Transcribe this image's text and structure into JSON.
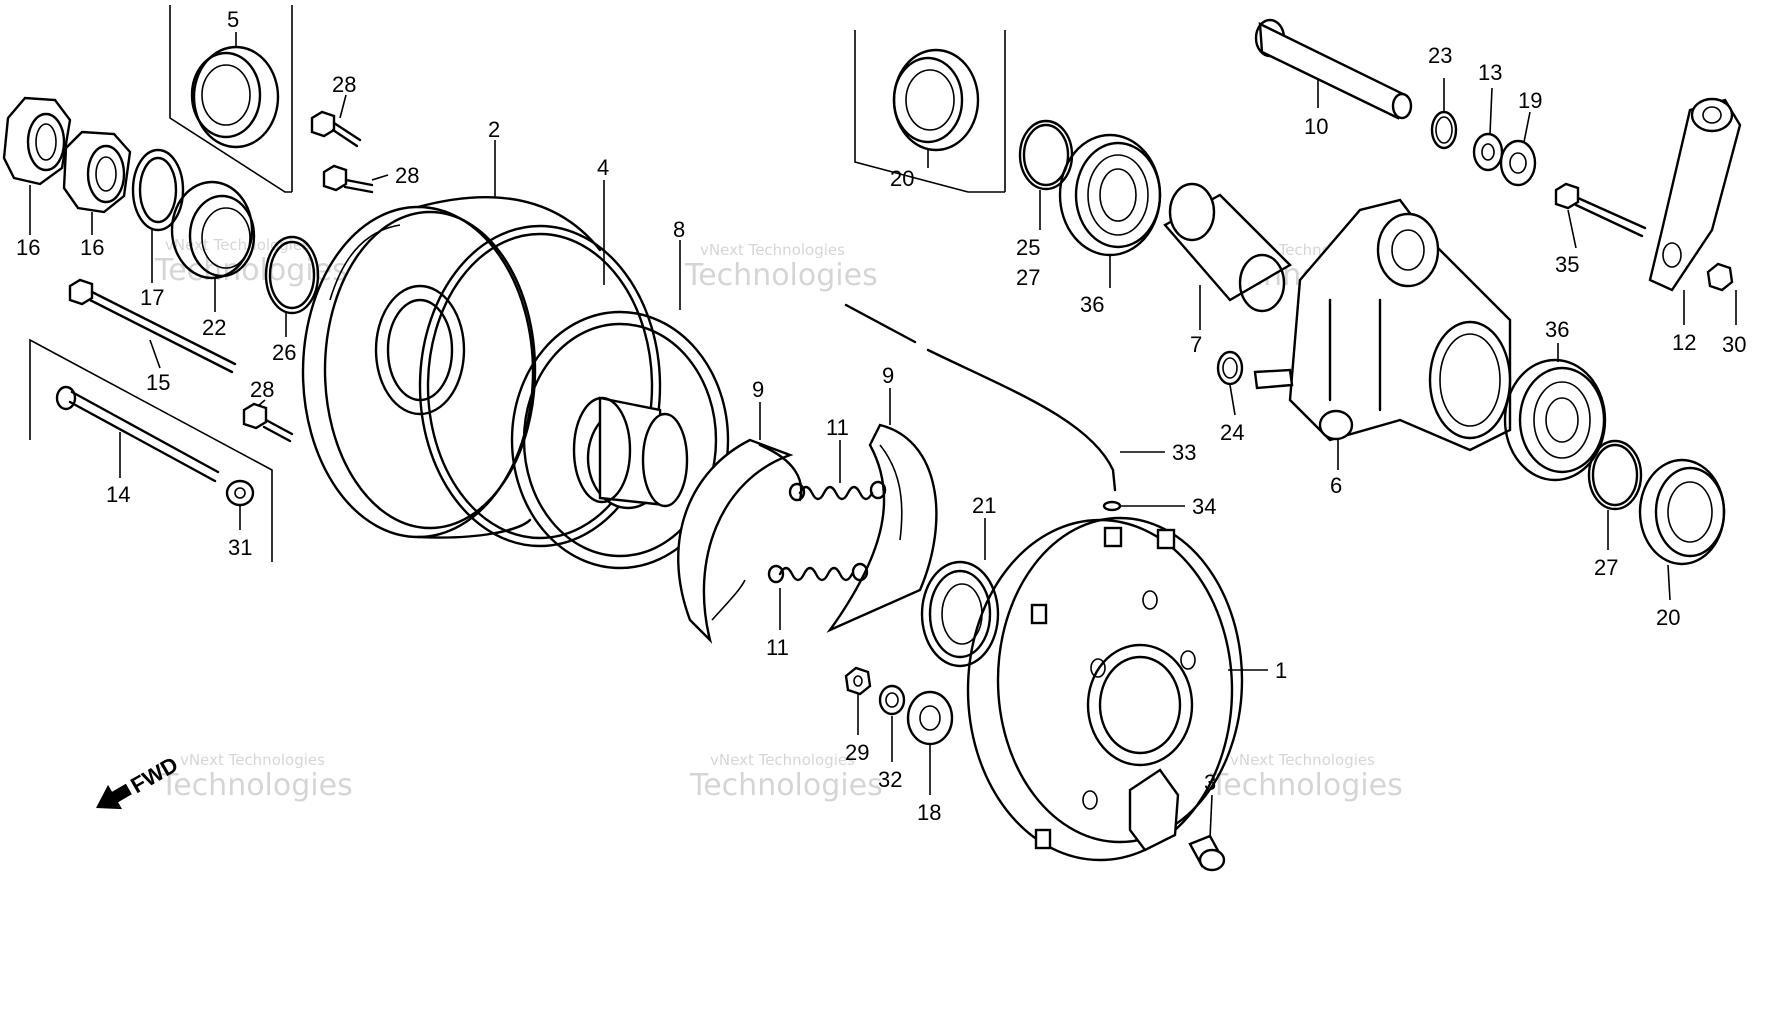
{
  "diagram": {
    "callouts": [
      {
        "id": "c5a",
        "text": "5"
      },
      {
        "id": "c28a",
        "text": "28"
      },
      {
        "id": "c28b",
        "text": "28"
      },
      {
        "id": "c28c",
        "text": "28"
      },
      {
        "id": "c16a",
        "text": "16"
      },
      {
        "id": "c16b",
        "text": "16"
      },
      {
        "id": "c17",
        "text": "17"
      },
      {
        "id": "c22",
        "text": "22"
      },
      {
        "id": "c26",
        "text": "26"
      },
      {
        "id": "c15",
        "text": "15"
      },
      {
        "id": "c14",
        "text": "14"
      },
      {
        "id": "c31",
        "text": "31"
      },
      {
        "id": "c2",
        "text": "2"
      },
      {
        "id": "c4",
        "text": "4"
      },
      {
        "id": "c8",
        "text": "8"
      },
      {
        "id": "c9a",
        "text": "9"
      },
      {
        "id": "c9b",
        "text": "9"
      },
      {
        "id": "c11a",
        "text": "11"
      },
      {
        "id": "c11b",
        "text": "11"
      },
      {
        "id": "c21",
        "text": "21"
      },
      {
        "id": "c20a",
        "text": "20"
      },
      {
        "id": "c25",
        "text": "25"
      },
      {
        "id": "c27a",
        "text": "27"
      },
      {
        "id": "c36a",
        "text": "36"
      },
      {
        "id": "c7",
        "text": "7"
      },
      {
        "id": "c10",
        "text": "10"
      },
      {
        "id": "c23",
        "text": "23"
      },
      {
        "id": "c13",
        "text": "13"
      },
      {
        "id": "c19",
        "text": "19"
      },
      {
        "id": "c35",
        "text": "35"
      },
      {
        "id": "c12",
        "text": "12"
      },
      {
        "id": "c30",
        "text": "30"
      },
      {
        "id": "c24",
        "text": "24"
      },
      {
        "id": "c36b",
        "text": "36"
      },
      {
        "id": "c6",
        "text": "6"
      },
      {
        "id": "c27b",
        "text": "27"
      },
      {
        "id": "c20b",
        "text": "20"
      },
      {
        "id": "c33",
        "text": "33"
      },
      {
        "id": "c34",
        "text": "34"
      },
      {
        "id": "c1",
        "text": "1"
      },
      {
        "id": "c29",
        "text": "29"
      },
      {
        "id": "c32",
        "text": "32"
      },
      {
        "id": "c18",
        "text": "18"
      },
      {
        "id": "c3",
        "text": "3"
      }
    ],
    "fwd_label": "FWD",
    "watermark": {
      "line1": "vNext Technologies",
      "line2": "Technologies"
    }
  }
}
